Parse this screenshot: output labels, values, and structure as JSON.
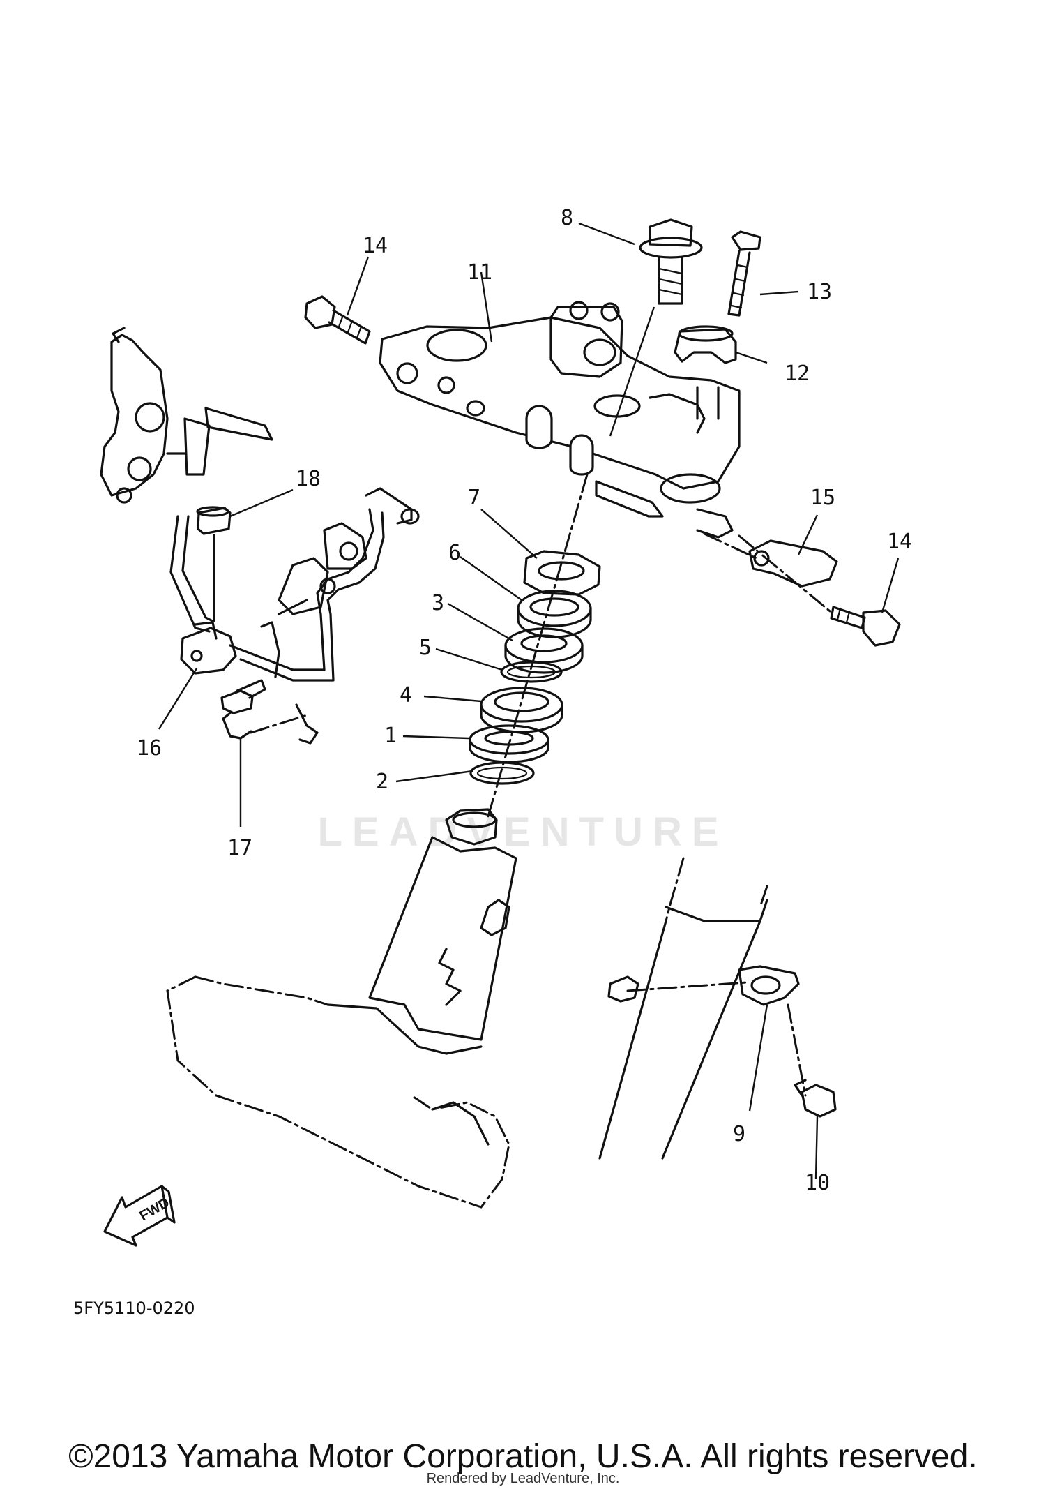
{
  "diagram": {
    "drawing_code": "5FY5110-0220",
    "fwd_label": "FWD",
    "watermark": "LEADVENTURE",
    "copyright": "©2013 Yamaha Motor Corporation, U.S.A. All rights reserved.",
    "rendered_by": "Rendered by LeadVenture, Inc.",
    "callouts": {
      "c1": "1",
      "c2": "2",
      "c3": "3",
      "c4": "4",
      "c5": "5",
      "c6": "6",
      "c7": "7",
      "c8": "8",
      "c9": "9",
      "c10": "10",
      "c11": "11",
      "c12": "12",
      "c13": "13",
      "c14a": "14",
      "c14b": "14",
      "c15": "15",
      "c16": "16",
      "c17": "17",
      "c18": "18"
    }
  }
}
